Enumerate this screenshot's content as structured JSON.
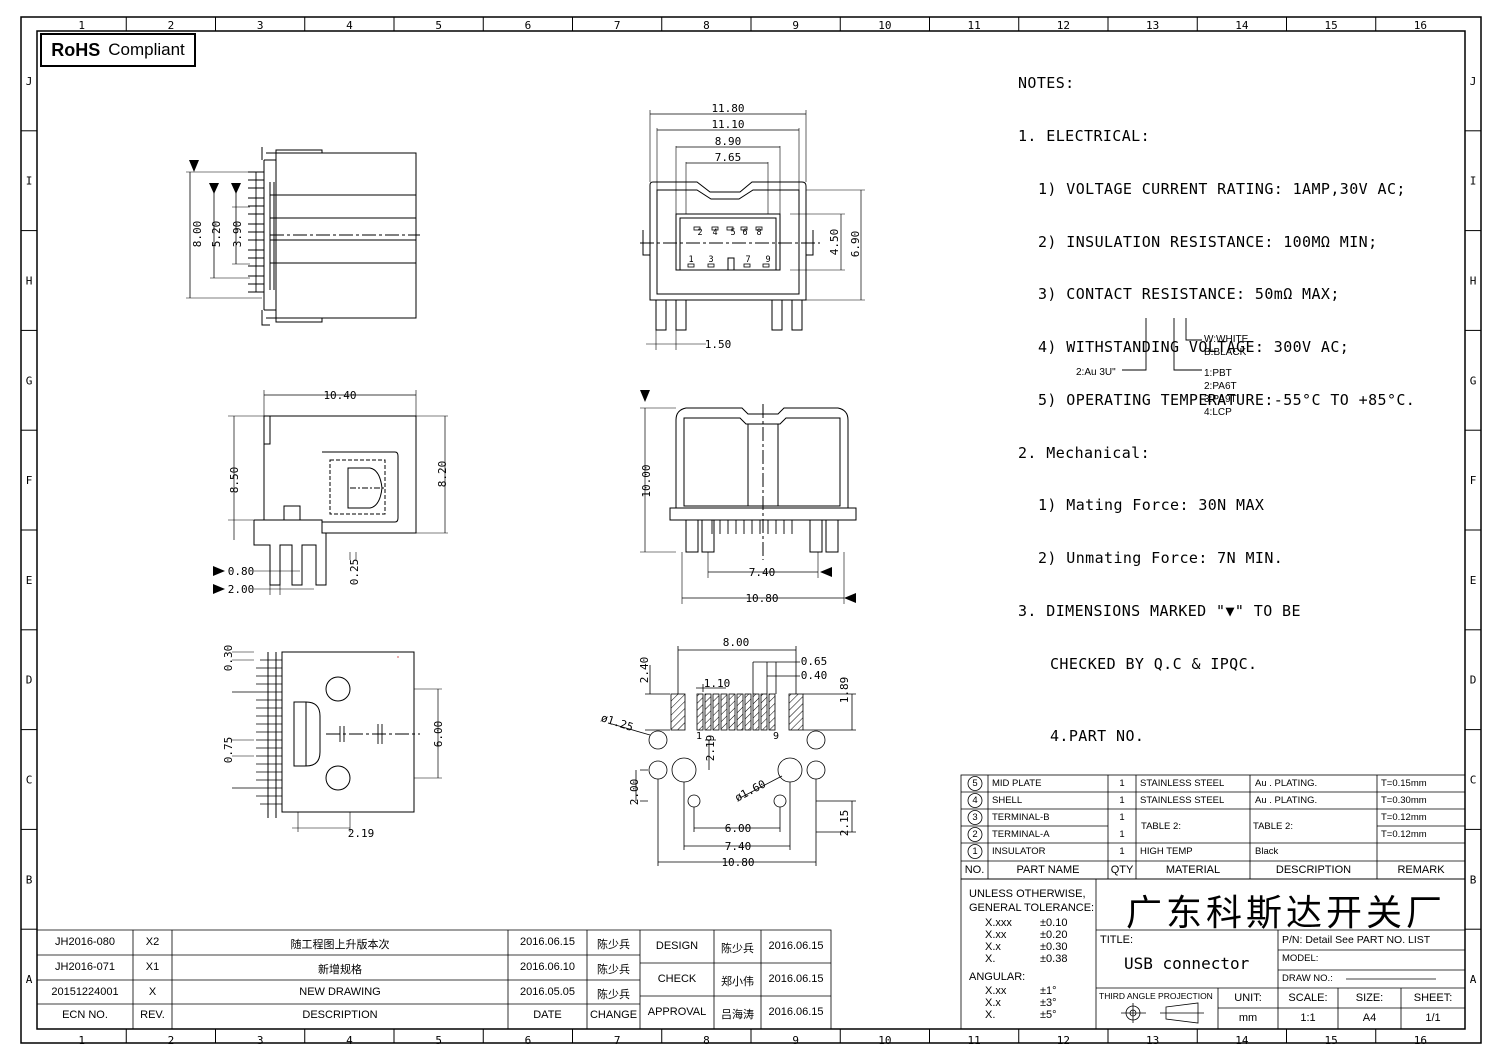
{
  "border": {
    "col_labels": [
      "1",
      "2",
      "3",
      "4",
      "5",
      "6",
      "7",
      "8",
      "9",
      "10",
      "11",
      "12",
      "13",
      "14",
      "15",
      "16"
    ],
    "row_labels": [
      "J",
      "I",
      "H",
      "G",
      "F",
      "E",
      "D",
      "C",
      "B",
      "A"
    ]
  },
  "rohs": {
    "bold": "RoHS",
    "text": "Compliant"
  },
  "notes": {
    "title": "NOTES:",
    "electrical": "1. ELECTRICAL:",
    "e1": "1) VOLTAGE CURRENT RATING: 1AMP,30V AC;",
    "e2": "2) INSULATION RESISTANCE: 100MΩ MIN;",
    "e3": "3) CONTACT RESISTANCE: 50mΩ MAX;",
    "e4": "4) WITHSTANDING VOLTAGE: 300V AC;",
    "e5": "5) OPERATING TEMPERATURE:-55°C TO +85°C.",
    "mechanical": "2. Mechanical:",
    "m1": "1) Mating Force: 30N MAX",
    "m2": "2) Unmating Force: 7N MIN.",
    "dim1": "3. DIMENSIONS MARKED \"▼\" TO BE",
    "dim2": "CHECKED BY Q.C & IPQC.",
    "part": "4.PART NO."
  },
  "part_code": {
    "color_w": "W:WHITE",
    "color_b": "B:BLACK",
    "plating": "2:Au 3U\"",
    "mat1": "1:PBT",
    "mat2": "2:PA6T",
    "mat3": "3:PA9T",
    "mat4": "4:LCP"
  },
  "dims": {
    "front_11_80": "11.80",
    "front_11_10": "11.10",
    "front_8_90": "8.90",
    "front_7_65": "7.65",
    "front_4_50": "4.50",
    "front_6_90": "6.90",
    "front_1_50": "1.50",
    "pin2": "2",
    "pin4": "4",
    "pin5": "5",
    "pin6": "6",
    "pin8": "8",
    "pin1": "1",
    "pin3": "3",
    "pin7": "7",
    "pin9": "9",
    "left_8_00": "8.00",
    "left_5_20": "5.20",
    "left_3_90": "3.90",
    "side_10_40": "10.40",
    "side_8_50": "8.50",
    "side_8_20": "8.20",
    "side_0_80": "0.80",
    "side_2_00": "2.00",
    "side_0_25": "0.25",
    "rear_10_00": "10.00",
    "rear_7_40": "7.40",
    "rear_10_80": "10.80",
    "bot_0_30": "0.30",
    "bot_0_75": "0.75",
    "bot_6_00": "6.00",
    "bot_2_19": "2.19",
    "pcb_8_00": "8.00",
    "pcb_2_40": "2.40",
    "pcb_1_10": "1.10",
    "pcb_0_65": "0.65",
    "pcb_0_40": "0.40",
    "pcb_1_89": "1.89",
    "pcb_d125": "ø1.25",
    "pcb_2_19": "2.19",
    "pcb_2_00": "2.00",
    "pcb_d160": "ø1.60",
    "pcb_6_00": "6.00",
    "pcb_7_40": "7.40",
    "pcb_10_80": "10.80",
    "pcb_2_15": "2.15",
    "pcb_p1": "1",
    "pcb_p9": "9"
  },
  "bom": {
    "rows": [
      {
        "no": "5",
        "name": "MID PLATE",
        "qty": "1",
        "material": "STAINLESS STEEL",
        "desc": "Au . PLATING.",
        "remark": "T=0.15mm"
      },
      {
        "no": "4",
        "name": "SHELL",
        "qty": "1",
        "material": "STAINLESS STEEL",
        "desc": "Au . PLATING.",
        "remark": "T=0.30mm"
      },
      {
        "no": "3",
        "name": "TERMINAL-B",
        "qty": "1",
        "material": "",
        "desc": "",
        "remark": "T=0.12mm"
      },
      {
        "no": "2",
        "name": "TERMINAL-A",
        "qty": "1",
        "material": "",
        "desc": "",
        "remark": "T=0.12mm"
      },
      {
        "no": "1",
        "name": "INSULATOR",
        "qty": "1",
        "material": "HIGH TEMP",
        "desc": "Black",
        "remark": ""
      }
    ],
    "table2_mat": "TABLE 2:",
    "table2_desc": "TABLE 2:",
    "headers": {
      "no": "NO.",
      "name": "PART NAME",
      "qty": "QTY",
      "material": "MATERIAL",
      "desc": "DESCRIPTION",
      "remark": "REMARK"
    }
  },
  "tolerance": {
    "title1": "UNLESS OTHERWISE,",
    "title2": "GENERAL TOLERANCE:",
    "rows": [
      {
        "k": "X.xxx",
        "v": "±0.10"
      },
      {
        "k": "X.xx",
        "v": "±0.20"
      },
      {
        "k": "X.x",
        "v": "±0.30"
      },
      {
        "k": "X.",
        "v": "±0.38"
      }
    ],
    "angular": "ANGULAR:",
    "arows": [
      {
        "k": "X.xx",
        "v": "±1°"
      },
      {
        "k": "X.x",
        "v": "±3°"
      },
      {
        "k": "X.",
        "v": "±5°"
      }
    ]
  },
  "company": "广东科斯达开关厂",
  "title_block": {
    "title_label": "TITLE:",
    "title": "USB connector",
    "pn": "P/N: Detail See PART NO. LIST",
    "model": "MODEL:",
    "drawno": "DRAW NO.:",
    "projection": "THIRD ANGLE PROJECTION",
    "unit_l": "UNIT:",
    "unit": "mm",
    "scale_l": "SCALE:",
    "scale": "1:1",
    "size_l": "SIZE:",
    "size": "A4",
    "sheet_l": "SHEET:",
    "sheet": "1/1"
  },
  "revisions": [
    {
      "ecn": "JH2016-080",
      "rev": "X2",
      "desc": "随工程图上升版本次",
      "date": "2016.06.15",
      "by": "陈少兵"
    },
    {
      "ecn": "JH2016-071",
      "rev": "X1",
      "desc": "新增规格",
      "date": "2016.06.10",
      "by": "陈少兵"
    },
    {
      "ecn": "20151224001",
      "rev": "X",
      "desc": "NEW DRAWING",
      "date": "2016.05.05",
      "by": "陈少兵"
    }
  ],
  "rev_headers": {
    "ecn": "ECN NO.",
    "rev": "REV.",
    "desc": "DESCRIPTION",
    "date": "DATE",
    "change": "CHANGE"
  },
  "approvals": [
    {
      "role": "DESIGN",
      "name": "陈少兵",
      "date": "2016.06.15"
    },
    {
      "role": "CHECK",
      "name": "郑小伟",
      "date": "2016.06.15"
    },
    {
      "role": "APPROVAL",
      "name": "吕海涛",
      "date": "2016.06.15"
    }
  ]
}
